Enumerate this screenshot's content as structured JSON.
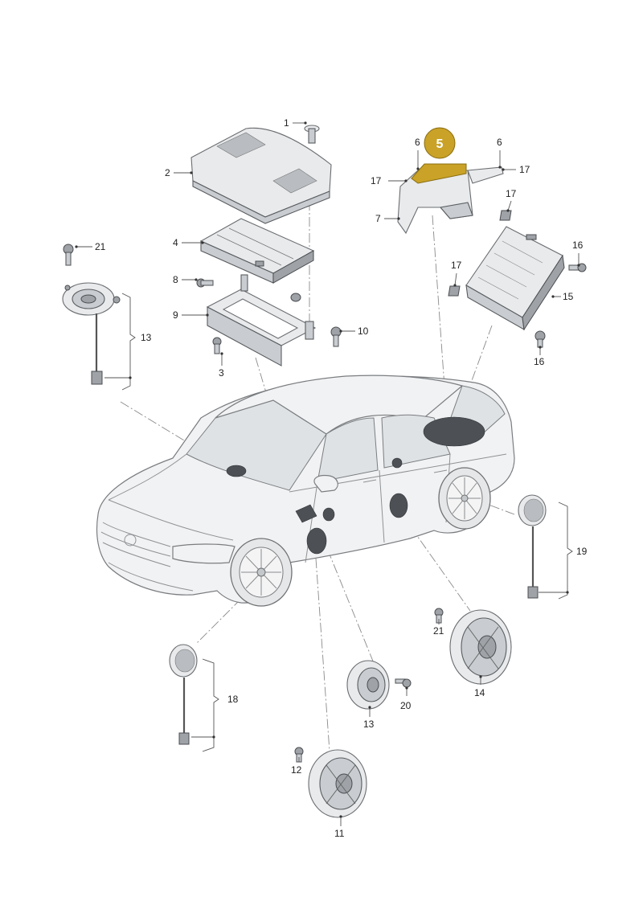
{
  "callouts": {
    "c1": "1",
    "c2": "2",
    "c3": "3",
    "c4": "4",
    "c5": "5",
    "c6a": "6",
    "c6b": "6",
    "c7": "7",
    "c8": "8",
    "c9": "9",
    "c10": "10",
    "c11": "11",
    "c12": "12",
    "c13a": "13",
    "c13b": "13",
    "c14": "14",
    "c15": "15",
    "c16a": "16",
    "c16b": "16",
    "c17a": "17",
    "c17b": "17",
    "c17c": "17",
    "c17d": "17",
    "c18": "18",
    "c19": "19",
    "c20": "20",
    "c21a": "21",
    "c21b": "21"
  },
  "highlight": {
    "part": "5",
    "color": "#c9a227"
  },
  "colors": {
    "line_art": "#6a6d70",
    "part_fill": "#e8eaec",
    "marker_spot": "#4d5055"
  }
}
